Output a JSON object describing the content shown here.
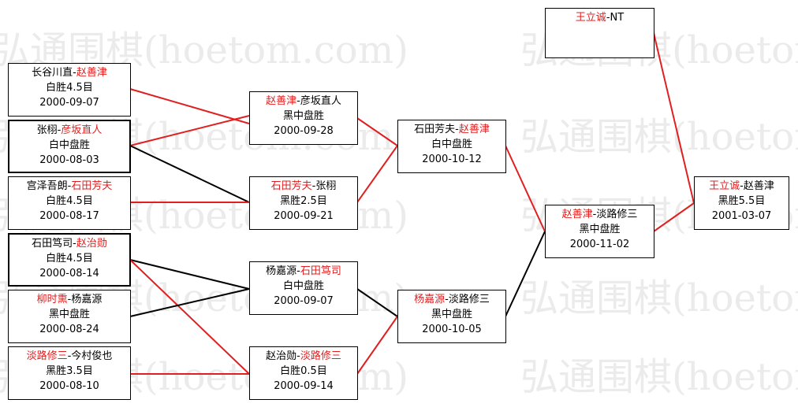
{
  "watermark_text": "弘通围棋(hoetom.com)",
  "colors": {
    "winner": "#e02020",
    "text": "#000000",
    "win_line": "#e02020",
    "lose_line": "#000000"
  },
  "matches": {
    "r1_1": {
      "p1": "长谷川直",
      "sep": "-",
      "p2": "赵善津",
      "winner": "p2",
      "result": "白胜4.5目",
      "date": "2000-09-07"
    },
    "r1_2": {
      "p1": "张栩",
      "sep": "-",
      "p2": "彦坂直人",
      "winner": "p2",
      "result": "白中盘胜",
      "date": "2000-08-03"
    },
    "r1_3": {
      "p1": "宫泽吾朗",
      "sep": "-",
      "p2": "石田芳夫",
      "winner": "p2",
      "result": "白胜4.5目",
      "date": "2000-08-17"
    },
    "r1_4": {
      "p1": "石田笃司",
      "sep": "-",
      "p2": "赵治勋",
      "winner": "p2",
      "result": "白胜4.5目",
      "date": "2000-08-14"
    },
    "r1_5": {
      "p1": "柳时熏",
      "sep": "-",
      "p2": "杨嘉源",
      "winner": "p1",
      "result": "黑中盘胜",
      "date": "2000-08-24"
    },
    "r1_6": {
      "p1": "淡路修三",
      "sep": "-",
      "p2": "今村俊也",
      "winner": "p1",
      "result": "黑胜3.5目",
      "date": "2000-08-10"
    },
    "r2_1": {
      "p1": "赵善津",
      "sep": "-",
      "p2": "彦坂直人",
      "winner": "p1",
      "result": "黑中盘胜",
      "date": "2000-09-28"
    },
    "r2_2": {
      "p1": "石田芳夫",
      "sep": "-",
      "p2": "张栩",
      "winner": "p1",
      "result": "黑胜2.5目",
      "date": "2000-09-21"
    },
    "r2_3": {
      "p1": "杨嘉源",
      "sep": "-",
      "p2": "石田笃司",
      "winner": "p2",
      "result": "白中盘胜",
      "date": "2000-09-07"
    },
    "r2_4": {
      "p1": "赵治勋",
      "sep": "-",
      "p2": "淡路修三",
      "winner": "p2",
      "result": "白胜0.5目",
      "date": "2000-09-14"
    },
    "r3_1": {
      "p1": "石田芳夫",
      "sep": "-",
      "p2": "赵善津",
      "winner": "p2",
      "result": "白中盘胜",
      "date": "2000-10-12"
    },
    "r3_2": {
      "p1": "杨嘉源",
      "sep": "-",
      "p2": "淡路修三",
      "winner": "p1",
      "result": "黑中盘胜",
      "date": "2000-10-05"
    },
    "r4_1": {
      "p1": "赵善津",
      "sep": "-",
      "p2": "淡路修三",
      "winner": "p1",
      "result": "黑中盘胜",
      "date": "2000-11-02"
    },
    "seed": {
      "p1": "王立诚",
      "sep": "-",
      "p2": "NT",
      "winner": "p1",
      "result": "",
      "date": ""
    },
    "final": {
      "p1": "王立诚",
      "sep": "-",
      "p2": "赵善津",
      "winner": "p1",
      "result": "黑胜5.5目",
      "date": "2001-03-07"
    }
  }
}
